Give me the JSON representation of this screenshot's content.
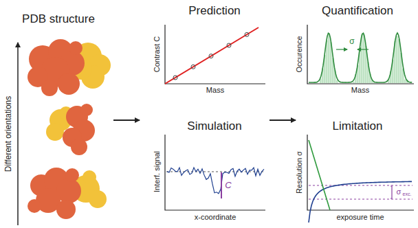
{
  "diagram": {
    "labels": [
      "PDB structure",
      "Different orientations",
      "Prediction",
      "Contrast C",
      "Mass",
      "Simulation",
      "Interf. signal",
      "x-coordinate",
      "C",
      "Quantification",
      "Occurence",
      "Mass",
      "σ",
      "Limitation",
      "Resolution σ",
      "exposure time",
      "σ",
      "exc."
    ]
  }
}
